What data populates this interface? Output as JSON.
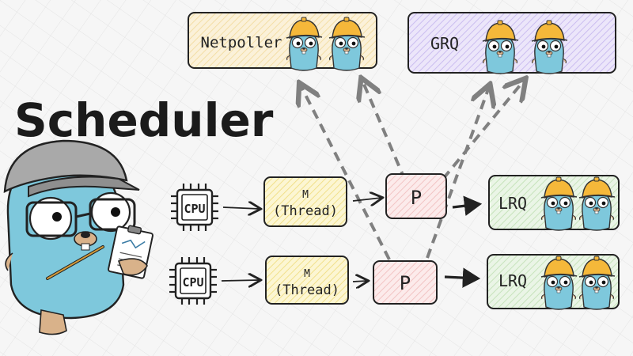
{
  "title": "Scheduler",
  "boxes": {
    "netpoller": "Netpoller",
    "grq": "GRQ",
    "m1_line1": "M",
    "m1_line2": "(Thread)",
    "m2_line1": "M",
    "m2_line2": "(Thread)",
    "p1": "P",
    "p2": "P",
    "lrq1": "LRQ",
    "lrq2": "LRQ",
    "cpu1": "CPU",
    "cpu2": "CPU"
  },
  "colors": {
    "background": "#f6f6f6",
    "gopher_blue": "#7ec8dc",
    "helmet_yellow": "#f5b83a",
    "netpoller_fill": "#fbf1d9",
    "grq_fill": "#e3dcf6",
    "m_fill": "#fbf3c7",
    "p_fill": "#fbe2e2",
    "lrq_fill": "#e2f1dc"
  },
  "icons": [
    "cpu-chip-icon",
    "gopher-icon",
    "clipboard-icon",
    "arrow-icon"
  ]
}
